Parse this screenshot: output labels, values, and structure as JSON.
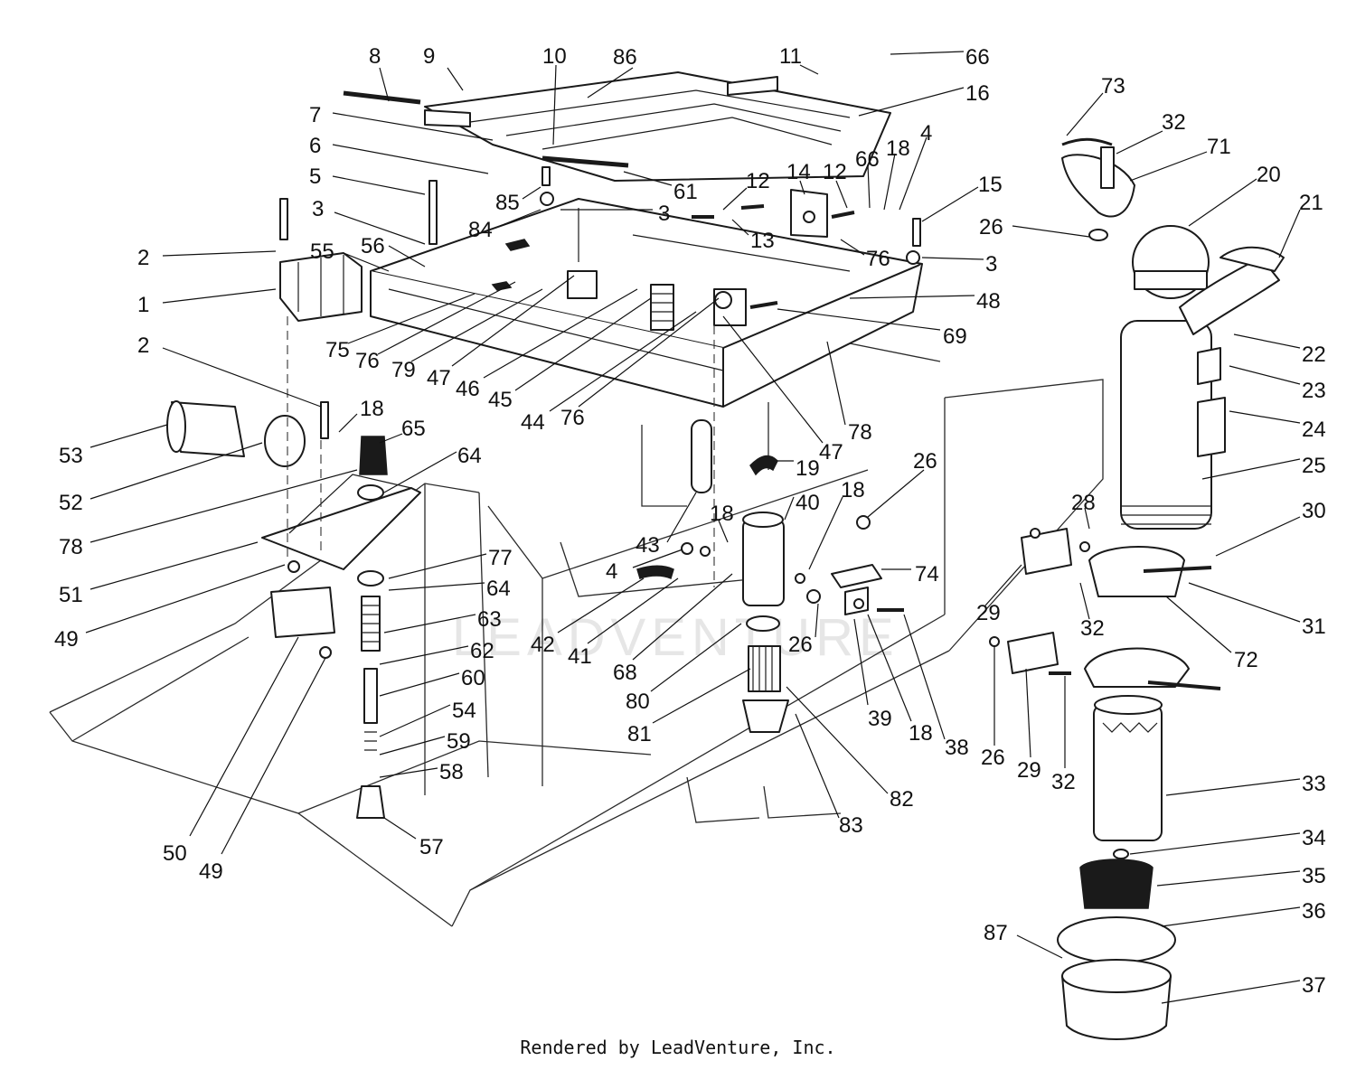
{
  "watermark": "LEADVENTURE",
  "credit": "Rendered by LeadVenture, Inc.",
  "callouts": [
    {
      "id": "c8",
      "label": "8"
    },
    {
      "id": "c9",
      "label": "9"
    },
    {
      "id": "c10",
      "label": "10"
    },
    {
      "id": "c86",
      "label": "86"
    },
    {
      "id": "c11",
      "label": "11"
    },
    {
      "id": "c66a",
      "label": "66"
    },
    {
      "id": "c16",
      "label": "16"
    },
    {
      "id": "c7",
      "label": "7"
    },
    {
      "id": "c6",
      "label": "6"
    },
    {
      "id": "c5",
      "label": "5"
    },
    {
      "id": "c3a",
      "label": "3"
    },
    {
      "id": "c2a",
      "label": "2"
    },
    {
      "id": "c55",
      "label": "55"
    },
    {
      "id": "c56",
      "label": "56"
    },
    {
      "id": "c1",
      "label": "1"
    },
    {
      "id": "c85",
      "label": "85"
    },
    {
      "id": "c84",
      "label": "84"
    },
    {
      "id": "c61",
      "label": "61"
    },
    {
      "id": "c3b",
      "label": "3"
    },
    {
      "id": "c12a",
      "label": "12"
    },
    {
      "id": "c13",
      "label": "13"
    },
    {
      "id": "c14",
      "label": "14"
    },
    {
      "id": "c12b",
      "label": "12"
    },
    {
      "id": "c66b",
      "label": "66"
    },
    {
      "id": "c18a",
      "label": "18"
    },
    {
      "id": "c4a",
      "label": "4"
    },
    {
      "id": "c15",
      "label": "15"
    },
    {
      "id": "c76a",
      "label": "76"
    },
    {
      "id": "c3c",
      "label": "3"
    },
    {
      "id": "c48",
      "label": "48"
    },
    {
      "id": "c69",
      "label": "69"
    },
    {
      "id": "c75",
      "label": "75"
    },
    {
      "id": "c76b",
      "label": "76"
    },
    {
      "id": "c79",
      "label": "79"
    },
    {
      "id": "c47a",
      "label": "47"
    },
    {
      "id": "c46",
      "label": "46"
    },
    {
      "id": "c45",
      "label": "45"
    },
    {
      "id": "c44",
      "label": "44"
    },
    {
      "id": "c76c",
      "label": "76"
    },
    {
      "id": "c47b",
      "label": "47"
    },
    {
      "id": "c78a",
      "label": "78"
    },
    {
      "id": "c2b",
      "label": "2"
    },
    {
      "id": "c18b",
      "label": "18"
    },
    {
      "id": "c65",
      "label": "65"
    },
    {
      "id": "c53",
      "label": "53"
    },
    {
      "id": "c64a",
      "label": "64"
    },
    {
      "id": "c52",
      "label": "52"
    },
    {
      "id": "c78b",
      "label": "78"
    },
    {
      "id": "c51",
      "label": "51"
    },
    {
      "id": "c49a",
      "label": "49"
    },
    {
      "id": "c77",
      "label": "77"
    },
    {
      "id": "c64b",
      "label": "64"
    },
    {
      "id": "c63",
      "label": "63"
    },
    {
      "id": "c62",
      "label": "62"
    },
    {
      "id": "c60",
      "label": "60"
    },
    {
      "id": "c54",
      "label": "54"
    },
    {
      "id": "c59",
      "label": "59"
    },
    {
      "id": "c58",
      "label": "58"
    },
    {
      "id": "c57",
      "label": "57"
    },
    {
      "id": "c50",
      "label": "50"
    },
    {
      "id": "c49b",
      "label": "49"
    },
    {
      "id": "c19",
      "label": "19"
    },
    {
      "id": "c40",
      "label": "40"
    },
    {
      "id": "c18c",
      "label": "18"
    },
    {
      "id": "c43",
      "label": "43"
    },
    {
      "id": "c4b",
      "label": "4"
    },
    {
      "id": "c42",
      "label": "42"
    },
    {
      "id": "c41",
      "label": "41"
    },
    {
      "id": "c68",
      "label": "68"
    },
    {
      "id": "c80",
      "label": "80"
    },
    {
      "id": "c81",
      "label": "81"
    },
    {
      "id": "c83",
      "label": "83"
    },
    {
      "id": "c82",
      "label": "82"
    },
    {
      "id": "c26a",
      "label": "26"
    },
    {
      "id": "c18d",
      "label": "18"
    },
    {
      "id": "c74",
      "label": "74"
    },
    {
      "id": "c26b",
      "label": "26"
    },
    {
      "id": "c39",
      "label": "39"
    },
    {
      "id": "c18e",
      "label": "18"
    },
    {
      "id": "c38",
      "label": "38"
    },
    {
      "id": "c73",
      "label": "73"
    },
    {
      "id": "c32a",
      "label": "32"
    },
    {
      "id": "c71",
      "label": "71"
    },
    {
      "id": "c20",
      "label": "20"
    },
    {
      "id": "c21",
      "label": "21"
    },
    {
      "id": "c26c",
      "label": "26"
    },
    {
      "id": "c22",
      "label": "22"
    },
    {
      "id": "c23",
      "label": "23"
    },
    {
      "id": "c24",
      "label": "24"
    },
    {
      "id": "c25",
      "label": "25"
    },
    {
      "id": "c28",
      "label": "28"
    },
    {
      "id": "c30",
      "label": "30"
    },
    {
      "id": "c29a",
      "label": "29"
    },
    {
      "id": "c32b",
      "label": "32"
    },
    {
      "id": "c31",
      "label": "31"
    },
    {
      "id": "c72",
      "label": "72"
    },
    {
      "id": "c26d",
      "label": "26"
    },
    {
      "id": "c29b",
      "label": "29"
    },
    {
      "id": "c32c",
      "label": "32"
    },
    {
      "id": "c33",
      "label": "33"
    },
    {
      "id": "c34",
      "label": "34"
    },
    {
      "id": "c35",
      "label": "35"
    },
    {
      "id": "c36",
      "label": "36"
    },
    {
      "id": "c87",
      "label": "87"
    },
    {
      "id": "c37",
      "label": "37"
    }
  ]
}
